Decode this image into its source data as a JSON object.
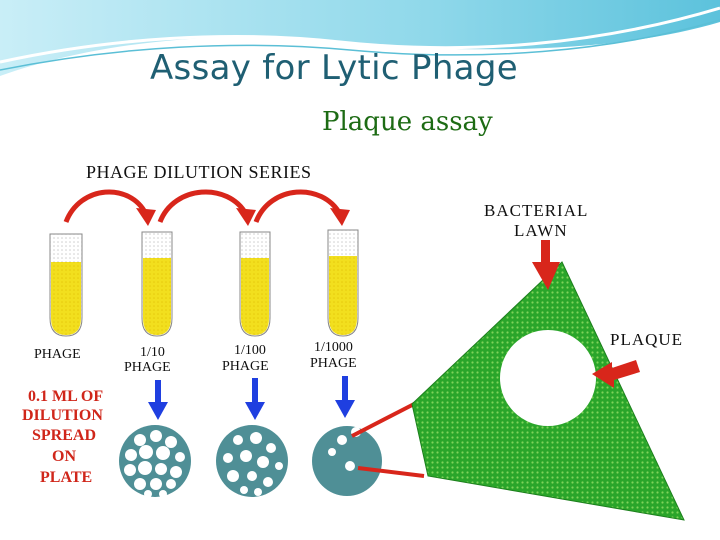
{
  "title": "Assay for Lytic Phage",
  "subtitle": "Plaque assay",
  "diagram": {
    "dilution_series_title": "PHAGE DILUTION SERIES",
    "tubes": [
      {
        "label_1": "PHAGE",
        "label_2": ""
      },
      {
        "label_1": "1/10",
        "label_2": "PHAGE"
      },
      {
        "label_1": "1/100",
        "label_2": "PHAGE"
      },
      {
        "label_1": "1/1000",
        "label_2": "PHAGE"
      }
    ],
    "spread_note": [
      "0.1 ML OF",
      "DILUTION",
      "SPREAD",
      "ON",
      "PLATE"
    ],
    "bacterial_lawn_label": [
      "BACTERIAL",
      "LAWN"
    ],
    "plaque_label": "PLAQUE"
  },
  "colors": {
    "title": "#1f5f73",
    "subtitle": "#1d6b14",
    "arrow_red": "#d8261b",
    "arrow_blue": "#1f3fe0",
    "tube_liquid": "#f2df1e",
    "lawn_green": "#2aa52a",
    "plate_teal": "#4f8f96"
  }
}
